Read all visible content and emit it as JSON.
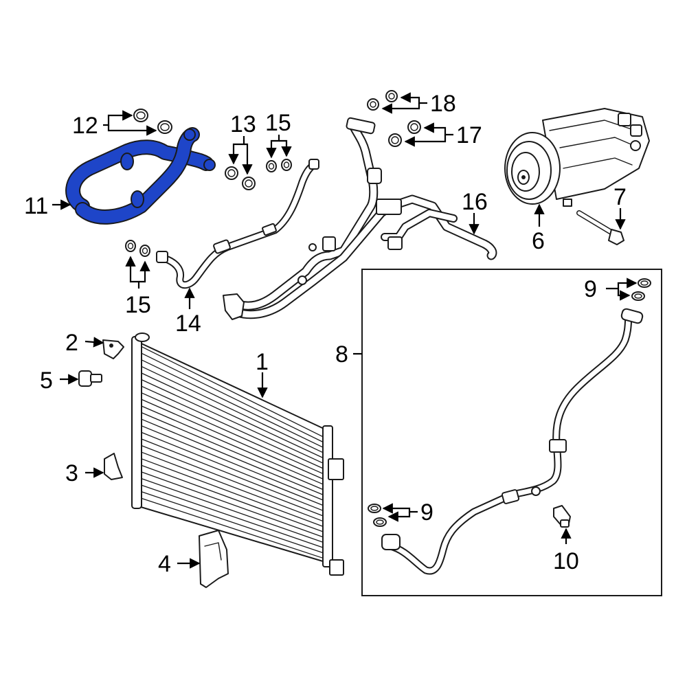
{
  "diagram": {
    "highlight_color": "#1e45c8",
    "line_color": "#1a1a1a",
    "callouts": {
      "c1": "1",
      "c2": "2",
      "c3": "3",
      "c4": "4",
      "c5": "5",
      "c6": "6",
      "c7": "7",
      "c8": "8",
      "c9_top": "9",
      "c9_bottom": "9",
      "c10": "10",
      "c11": "11",
      "c12": "12",
      "c13": "13",
      "c14": "14",
      "c15_top": "15",
      "c15_bottom": "15",
      "c16": "16",
      "c17": "17",
      "c18": "18"
    }
  }
}
